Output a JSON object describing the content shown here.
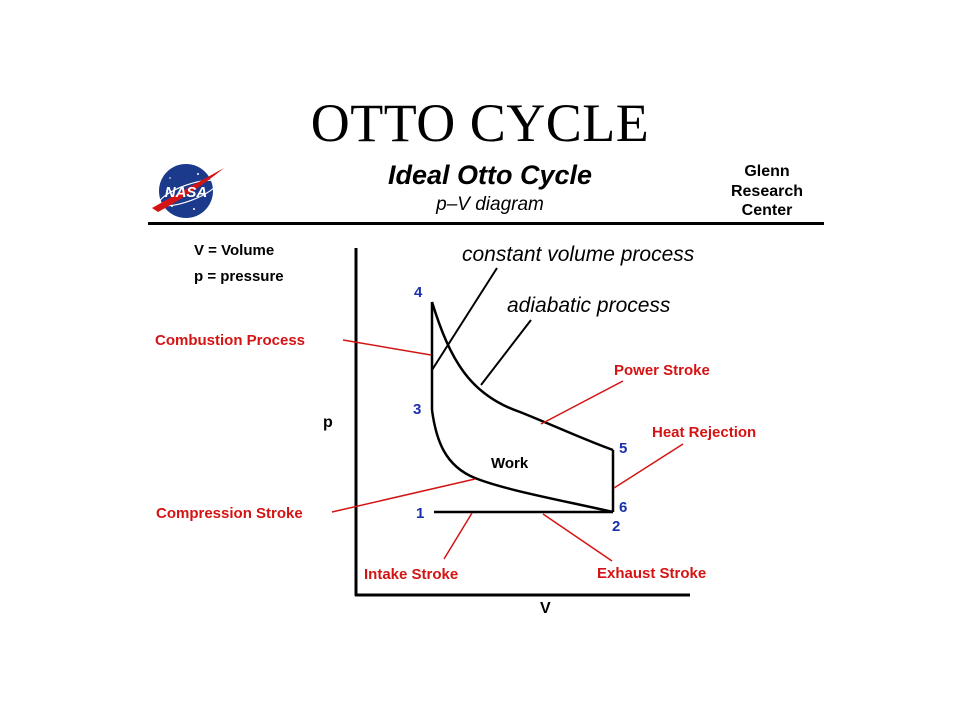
{
  "slide": {
    "title": "OTTO CYCLE"
  },
  "header": {
    "title": "Ideal Otto Cycle",
    "subtitle": "p–V diagram",
    "center_line1": "Glenn",
    "center_line2": "Research",
    "center_line3": "Center",
    "logo_text": "NASA"
  },
  "legend": {
    "volume": "V = Volume",
    "pressure": "p = pressure"
  },
  "axes": {
    "y_label": "p",
    "x_label": "V"
  },
  "points": {
    "p1": "1",
    "p2": "2",
    "p3": "3",
    "p4": "4",
    "p5": "5",
    "p6": "6"
  },
  "labels": {
    "work": "Work",
    "constant_volume": "constant volume  process",
    "adiabatic": "adiabatic  process",
    "combustion": "Combustion  Process",
    "power_stroke": "Power Stroke",
    "heat_rejection": "Heat  Rejection",
    "compression_stroke": "Compression  Stroke",
    "intake_stroke": "Intake  Stroke",
    "exhaust_stroke": "Exhaust  Stroke"
  },
  "colors": {
    "annotation_red": "#d41414",
    "point_blue": "#1a2fb0",
    "line_black": "#000000",
    "logo_blue": "#1b3a8c",
    "logo_red": "#d41414"
  }
}
